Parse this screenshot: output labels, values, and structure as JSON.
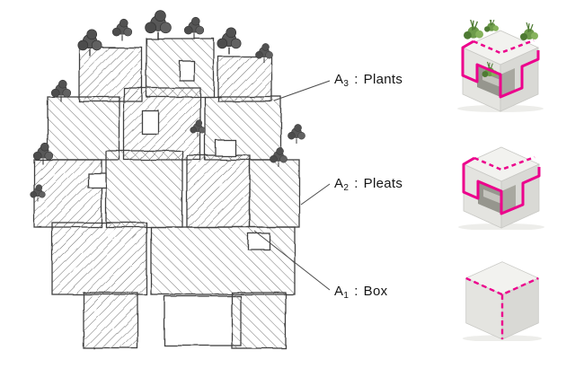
{
  "page": {
    "background": "#ffffff"
  },
  "colors": {
    "accent_magenta": "#ec008c",
    "plant_green": "#6d9b4a",
    "sketch_ink": "#3f3f3f"
  },
  "annotations": {
    "a3": {
      "letter": "A",
      "subscript": "3",
      "separator": ":",
      "term": "Plants"
    },
    "a2": {
      "letter": "A",
      "subscript": "2",
      "separator": ":",
      "term": "Pleats"
    },
    "a1": {
      "letter": "A",
      "subscript": "1",
      "separator": ":",
      "term": "Box"
    }
  },
  "renders": {
    "plants": {
      "icon": "plants-cube-photo"
    },
    "pleats": {
      "icon": "pleats-cube-photo"
    },
    "box": {
      "icon": "box-cube-photo"
    }
  }
}
